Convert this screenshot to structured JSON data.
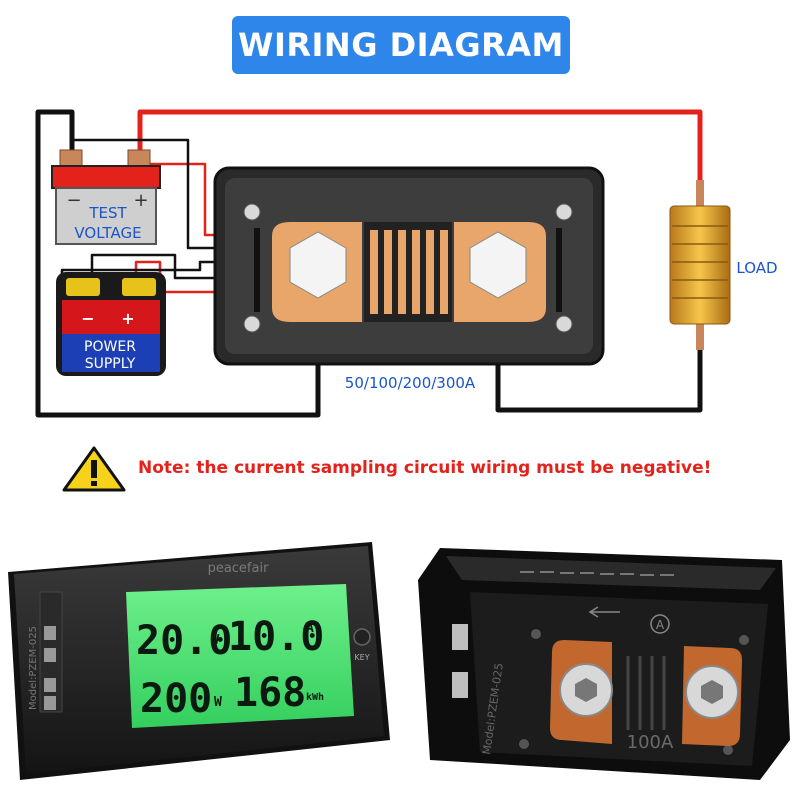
{
  "title": "WIRING DIAGRAM",
  "battery_test": {
    "line1": "TEST",
    "line2": "VOLTAGE",
    "minus": "−",
    "plus": "+"
  },
  "battery_power": {
    "line1": "POWER",
    "line2": "SUPPLY",
    "minus": "−",
    "plus": "+"
  },
  "load_label": "LOAD",
  "shunt_label": "50/100/200/300A",
  "note": "Note: the current sampling circuit wiring must be negative!",
  "meter": {
    "brand": "peacefair",
    "model": "Model:PZEM-025",
    "voltage": "20.0",
    "voltage_unit": "V",
    "current": "10.0",
    "current_unit": "A",
    "power": "200",
    "power_unit": "W",
    "energy": "168",
    "energy_unit": "kWh",
    "key_label": "KEY"
  },
  "shunt_photo": {
    "model": "Model:PZEM-025",
    "rating": "100A",
    "ammeter_symbol": "A"
  },
  "colors": {
    "banner": "#2f86ea",
    "note": "#e3231b",
    "wire_red": "#e3231b",
    "wire_black": "#111111",
    "lcd": "#3fdc6a",
    "load": "#e7a927"
  }
}
